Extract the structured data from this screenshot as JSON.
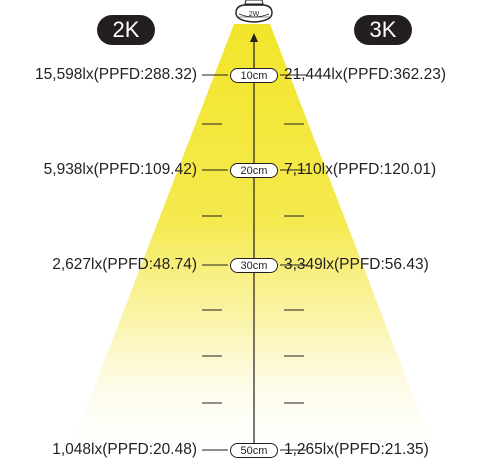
{
  "labels": {
    "left_header": "2K",
    "right_header": "3K",
    "lamp_text": "2W"
  },
  "rows": [
    {
      "distance": "10cm",
      "left_reading": "15,598lx(PPFD:288.32)",
      "right_reading": "21,444lx(PPFD:362.23)"
    },
    {
      "distance": "20cm",
      "left_reading": "5,938lx(PPFD:109.42)",
      "right_reading": "7,110lx(PPFD:120.01)"
    },
    {
      "distance": "30cm",
      "left_reading": "2,627lx(PPFD:48.74)",
      "right_reading": "3,349lx(PPFD:56.43)"
    },
    {
      "distance": "50cm",
      "left_reading": "1,048lx(PPFD:20.48)",
      "right_reading": "1,265lx(PPFD:21.35)"
    }
  ],
  "colors": {
    "beam": "#f2e52a",
    "ink": "#231f20"
  }
}
